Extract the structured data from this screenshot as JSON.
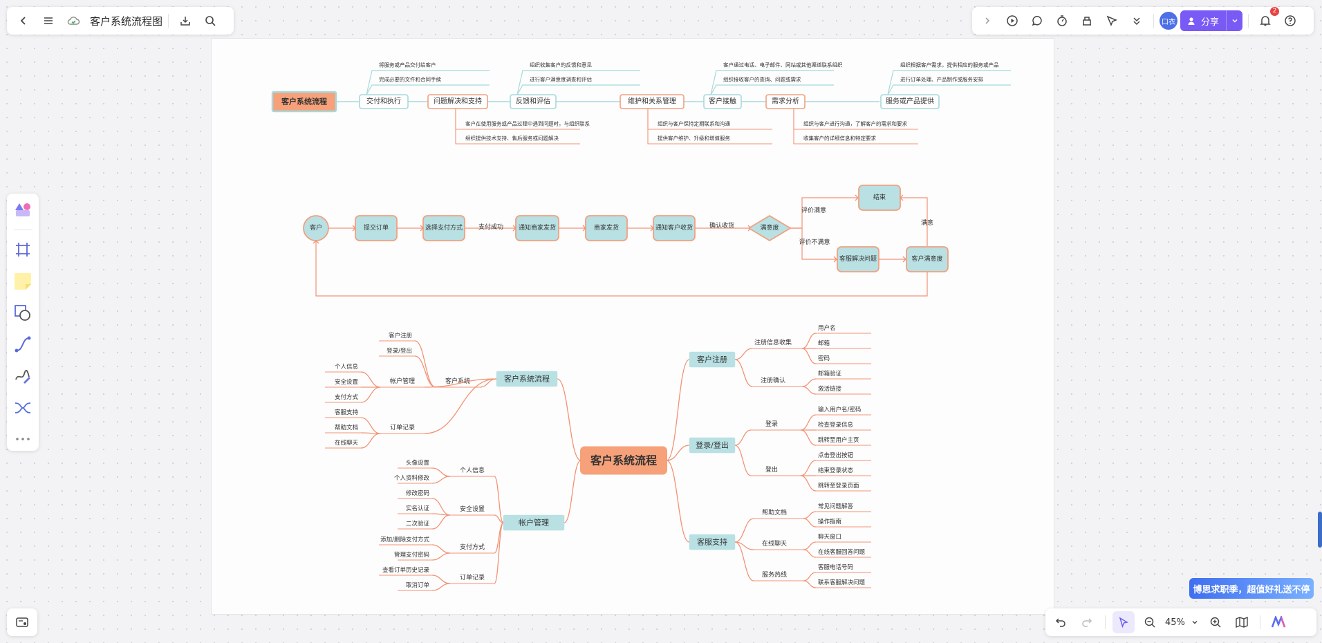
{
  "toolbar": {
    "title": "客户系统流程图",
    "share_label": "分享",
    "avatar_initials": "口衣",
    "notification_count": "2",
    "zoom_level": "45%"
  },
  "promo_text": "博思求职季，超值好礼送不停",
  "colors": {
    "accent": "#7a5af5",
    "node_fill": "#b9e0e3",
    "node_border": "#f0a180",
    "root_fill": "#f6a17a",
    "line": "#f29275"
  },
  "diagram1": {
    "root": "客户系统流程",
    "nodes": [
      "交付和执行",
      "问题解决和支持",
      "反馈和评估",
      "维护和关系管理",
      "客户接触",
      "需求分析",
      "服务或产品提供"
    ],
    "top_notes": [
      [
        "将服务或产品交付给客户",
        "完成必要的文件和合同手续"
      ],
      [
        "组织收集客户的反馈和意见",
        "进行客户满意度调查和评估"
      ],
      [
        "客户通过电话、电子邮件、网站或其他渠道联系组织",
        "组织接收客户的查询、问题或需求"
      ],
      [
        "组织根据客户需求，提供相应的服务或产品",
        "进行订单处理、产品制作或服务安排"
      ]
    ],
    "bottom_notes": [
      [
        "客户在使用服务或产品过程中遇到问题时，与组织联系",
        "组织提供技术支持、售后服务或问题解决"
      ],
      [
        "组织与客户保持定期联系和沟通",
        "提供客户维护、升级和增值服务"
      ],
      [
        "组织与客户进行沟通，了解客户的需求和要求",
        "收集客户的详细信息和特定要求"
      ]
    ]
  },
  "diagram2": {
    "start": "客户",
    "steps": [
      "提交订单",
      "选择支付方式",
      "通知商家发货",
      "商家发货",
      "通知客户收货"
    ],
    "edge_pay": "支付成功",
    "edge_receive": "确认收货",
    "decision": "满意度",
    "edge_satisfied": "评价满意",
    "edge_unsatisfied": "评价不满意",
    "end": "结束",
    "resolve": "客服解决问题",
    "recheck": "客户满意度",
    "edge_ok": "满意"
  },
  "mindmap": {
    "root": "客户系统流程",
    "left": [
      {
        "label": "客户系统流程",
        "subs": [
          {
            "label": "客户系统",
            "leaves": [
              "客户注册",
              "登录/登出"
            ]
          },
          {
            "label": "帐户管理",
            "leaves": [
              "个人信息",
              "安全设置",
              "支付方式"
            ]
          },
          {
            "label": "订单记录",
            "leaves": [
              "客服支持",
              "帮助文档",
              "在线聊天"
            ]
          }
        ]
      },
      {
        "label": "帐户管理",
        "subs": [
          {
            "label": "个人信息",
            "leaves": [
              "头像设置",
              "个人资料修改"
            ]
          },
          {
            "label": "安全设置",
            "leaves": [
              "修改密码",
              "实名认证",
              "二次验证"
            ]
          },
          {
            "label": "支付方式",
            "leaves": [
              "添加/删除支付方式",
              "管理支付密码"
            ]
          },
          {
            "label": "订单记录",
            "leaves": [
              "查看订单历史记录",
              "取消订单"
            ]
          }
        ]
      }
    ],
    "right": [
      {
        "label": "客户注册",
        "subs": [
          {
            "label": "注册信息收集",
            "leaves": [
              "用户名",
              "邮箱",
              "密码"
            ]
          },
          {
            "label": "注册确认",
            "leaves": [
              "邮箱验证",
              "激活链接"
            ]
          }
        ]
      },
      {
        "label": "登录/登出",
        "subs": [
          {
            "label": "登录",
            "leaves": [
              "输入用户名/密码",
              "检查登录信息",
              "跳转至用户主页"
            ]
          },
          {
            "label": "登出",
            "leaves": [
              "点击登出按钮",
              "结束登录状态",
              "跳转至登录页面"
            ]
          }
        ]
      },
      {
        "label": "客服支持",
        "subs": [
          {
            "label": "帮助文档",
            "leaves": [
              "常见问题解答",
              "操作指南"
            ]
          },
          {
            "label": "在线聊天",
            "leaves": [
              "聊天窗口",
              "在线客服回答问题"
            ]
          },
          {
            "label": "服务热线",
            "leaves": [
              "客服电话号码",
              "联系客服解决问题"
            ]
          }
        ]
      }
    ]
  }
}
